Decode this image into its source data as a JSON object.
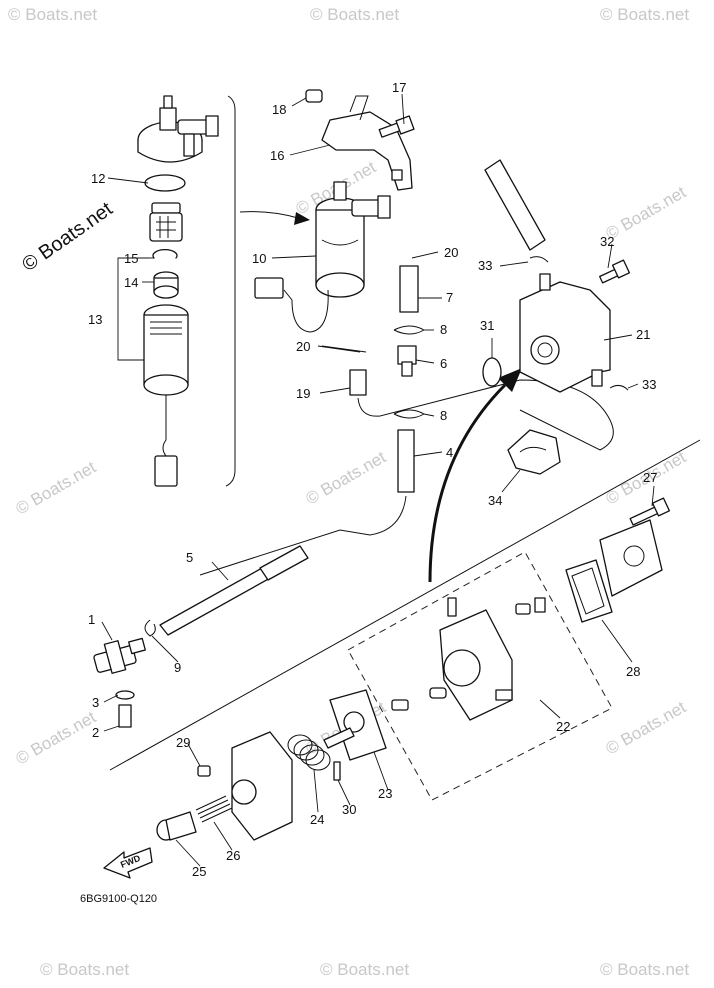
{
  "brand": "© Boats.net",
  "watermarks": [
    "© Boats.net",
    "© Boats.net",
    "© Boats.net",
    "© Boats.net",
    "© Boats.net",
    "© Boats.net",
    "© Boats.net",
    "© Boats.net",
    "© Boats.net",
    "© Boats.net",
    "© Boats.net",
    "© Boats.net",
    "© Boats.net",
    "© Boats.net"
  ],
  "diagram_code": "6BG9100-Q120",
  "fwd_label": "FWD",
  "callouts": {
    "c1": "1",
    "c2": "2",
    "c3": "3",
    "c4": "4",
    "c5": "5",
    "c6": "6",
    "c7": "7",
    "c8a": "8",
    "c8b": "8",
    "c9": "9",
    "c10": "10",
    "c12": "12",
    "c13": "13",
    "c14": "14",
    "c15": "15",
    "c16": "16",
    "c17": "17",
    "c18": "18",
    "c19": "19",
    "c20a": "20",
    "c20b": "20",
    "c21": "21",
    "c22": "22",
    "c23": "23",
    "c24": "24",
    "c25": "25",
    "c26": "26",
    "c27": "27",
    "c28": "28",
    "c29": "29",
    "c30": "30",
    "c31": "31",
    "c32": "32",
    "c33a": "33",
    "c33b": "33",
    "c34": "34"
  }
}
